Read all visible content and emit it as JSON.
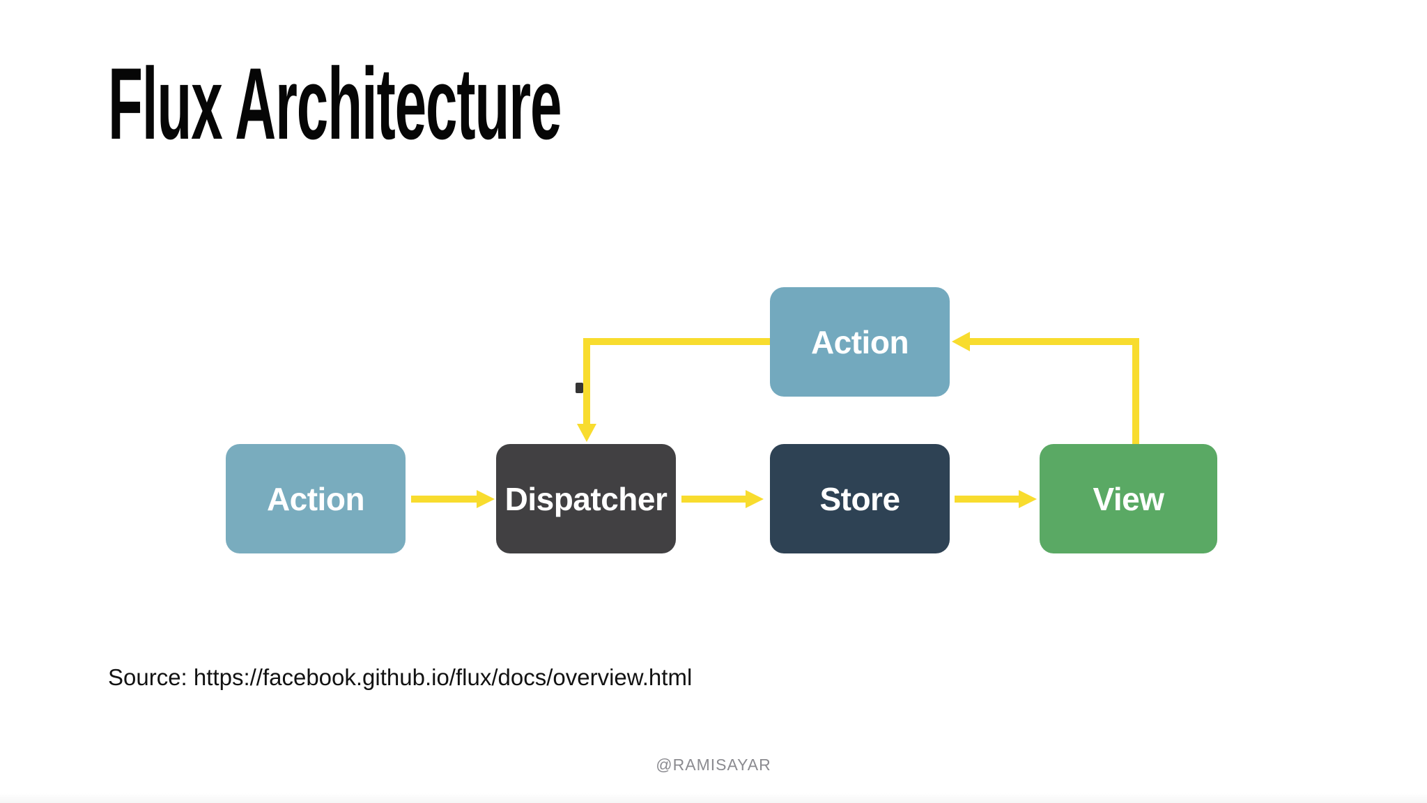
{
  "slide": {
    "title": "Flux Architecture",
    "source_text": "Source: https://facebook.github.io/flux/docs/overview.html",
    "footer": "@RAMISAYAR",
    "background_color": "#ffffff",
    "title_color": "#060606",
    "footer_color": "#8b8b90"
  },
  "diagram": {
    "arrow_color": "#F8DC2E",
    "node_text_color": "#ffffff",
    "nodes": [
      {
        "id": "action-top",
        "label": "Action",
        "color": "#73A9BE"
      },
      {
        "id": "action-left",
        "label": "Action",
        "color": "#79ACBE"
      },
      {
        "id": "dispatcher",
        "label": "Dispatcher",
        "color": "#414042"
      },
      {
        "id": "store",
        "label": "Store",
        "color": "#2E4254"
      },
      {
        "id": "view",
        "label": "View",
        "color": "#5AA964"
      }
    ],
    "edges": [
      {
        "from": "action-left",
        "to": "dispatcher"
      },
      {
        "from": "dispatcher",
        "to": "store"
      },
      {
        "from": "store",
        "to": "view"
      },
      {
        "from": "view",
        "to": "action-top"
      },
      {
        "from": "action-top",
        "to": "dispatcher"
      }
    ]
  }
}
